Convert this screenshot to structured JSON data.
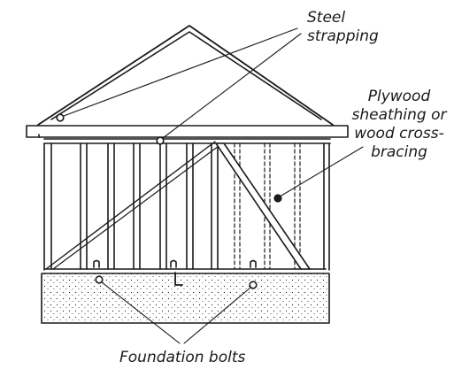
{
  "diagram": {
    "labels": {
      "steel_strapping": [
        "Steel",
        "strapping"
      ],
      "plywood_sheathing": [
        "Plywood",
        "sheathing or",
        "wood cross-",
        "bracing"
      ],
      "foundation_bolts": "Foundation bolts"
    },
    "colors": {
      "ink": "#1a1a1a",
      "background": "#ffffff"
    }
  }
}
